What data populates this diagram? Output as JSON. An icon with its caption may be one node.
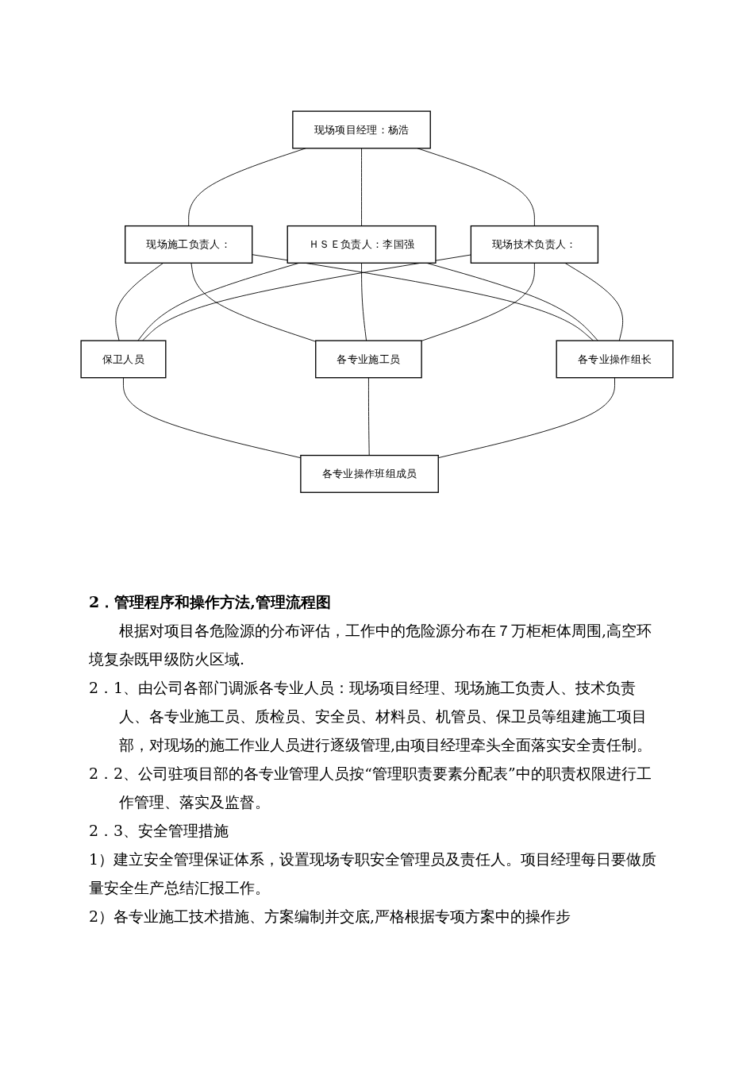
{
  "diagram": {
    "nodes": [
      {
        "text": [
          "现场项目经理：杨浩"
        ]
      },
      {
        "text": [
          "现场施工负责人："
        ]
      },
      {
        "text": [
          "ＨＳＥ负责人：李国强"
        ]
      },
      {
        "text": [
          "现场技术负责人："
        ]
      },
      {
        "text": [
          "保卫人员"
        ]
      },
      {
        "text": [
          "各专业施工员"
        ]
      },
      {
        "text": [
          "各专业操作组长"
        ]
      },
      {
        "text": [
          "各专业操作班组成员"
        ]
      }
    ],
    "edges": [
      {
        "from": 0,
        "to": 1,
        "arrow": "none"
      },
      {
        "from": 0,
        "to": 2,
        "arrow": "none"
      },
      {
        "from": 0,
        "to": 3,
        "arrow": "none"
      },
      {
        "from": 1,
        "to": 4,
        "arrow": "none"
      },
      {
        "from": 1,
        "to": 5,
        "arrow": "none"
      },
      {
        "from": 1,
        "to": 6,
        "arrow": "none"
      },
      {
        "from": 2,
        "to": 4,
        "arrow": "none"
      },
      {
        "from": 2,
        "to": 5,
        "arrow": "none"
      },
      {
        "from": 2,
        "to": 6,
        "arrow": "none"
      },
      {
        "from": 3,
        "to": 4,
        "arrow": "none"
      },
      {
        "from": 3,
        "to": 5,
        "arrow": "none"
      },
      {
        "from": 3,
        "to": 6,
        "arrow": "none"
      },
      {
        "from": 4,
        "to": 7,
        "arrow": "none"
      },
      {
        "from": 5,
        "to": 7,
        "arrow": "none"
      },
      {
        "from": 6,
        "to": 7,
        "arrow": "none"
      }
    ],
    "labels": [
      "2．管理程序和操作方法,管理流程图",
      "根据对项目各危险源的分布评估，工作中的危险源分布在７万柜柜体周围,高空环境复杂既甲级防火区域.",
      "2．1、由公司各部门调派各专业人员：现场项目经理、现场施工负责人、技术负责人、各专业施工员、质检员、安全员、材料员、机管员、保卫员等组建施工项目部，对现场的施工作业人员进行逐级管理,由项目经理牵头全面落实安全责任制。",
      "2．2、公司驻项目部的各专业管理人员按“管理职责要素分配表”中的职责权限进行工作管理、落实及监督。",
      "2．3、安全管理措施",
      "1）建立安全管理保证体系，设置现场专职安全管理员及责任人。项目经理每日要做质量安全生产总结汇报工作。",
      "2）各专业施工技术措施、方案编制并交底,严格根据专项方案中的操作步"
    ]
  }
}
